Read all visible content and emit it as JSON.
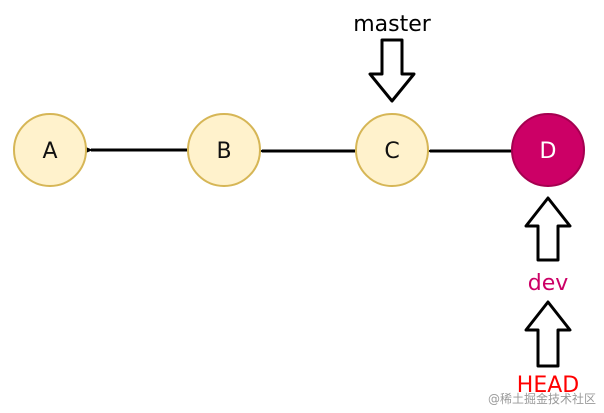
{
  "commits": [
    {
      "id": "A",
      "label": "A",
      "fill": "#fff2cc",
      "stroke": "#d6b656"
    },
    {
      "id": "B",
      "label": "B",
      "fill": "#fff2cc",
      "stroke": "#d6b656"
    },
    {
      "id": "C",
      "label": "C",
      "fill": "#fff2cc",
      "stroke": "#d6b656"
    },
    {
      "id": "D",
      "label": "D",
      "fill": "#cc0066",
      "stroke": "#a50050"
    }
  ],
  "edges": [
    {
      "from": "B",
      "to": "A"
    },
    {
      "from": "C",
      "to": "B"
    },
    {
      "from": "D",
      "to": "C"
    }
  ],
  "refs": {
    "master": {
      "label": "master",
      "target": "C",
      "color": "#000000"
    },
    "dev": {
      "label": "dev",
      "target": "D",
      "color": "#cc0066"
    },
    "head": {
      "label": "HEAD",
      "target": "dev",
      "color": "#ff0000"
    }
  },
  "watermark": "@稀土掘金技术社区"
}
